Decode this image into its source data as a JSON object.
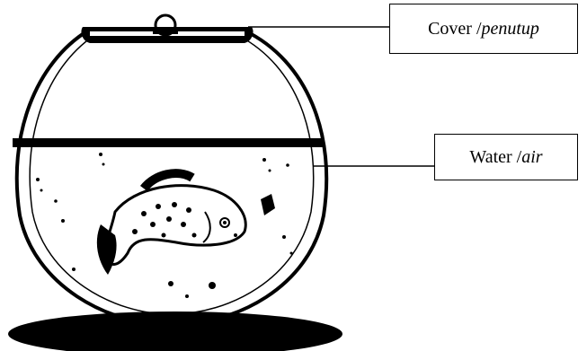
{
  "labels": {
    "cover": {
      "main": "Cover / ",
      "alt": "penutup"
    },
    "water": {
      "main": "Water / ",
      "alt": "air"
    }
  },
  "colors": {
    "ink": "#000000",
    "background": "#ffffff"
  }
}
